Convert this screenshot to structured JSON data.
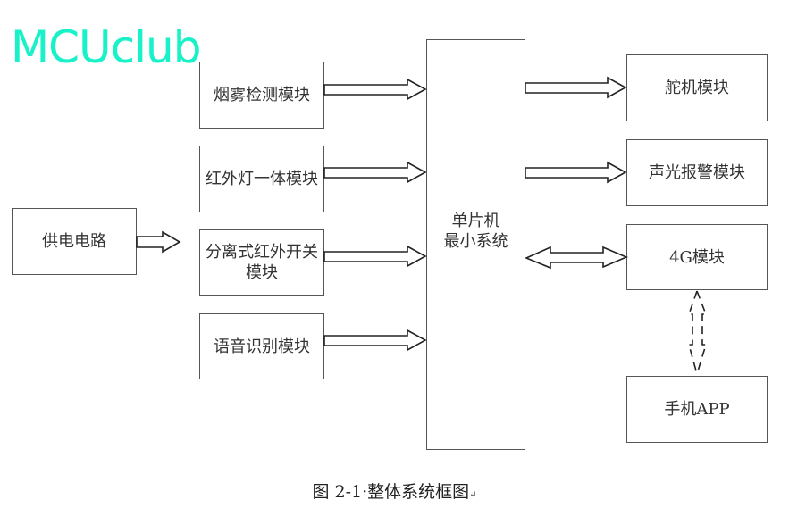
{
  "watermark": "MCUclub",
  "power": {
    "label": "供电电路"
  },
  "inputs": [
    {
      "label": "烟雾检测模块"
    },
    {
      "label": "红外灯一体模块"
    },
    {
      "label": "分离式红外开关\n模块"
    },
    {
      "label": "语音识别模块"
    }
  ],
  "mcu": {
    "label": "单片机\n最小系统"
  },
  "outputs": [
    {
      "label": "舵机模块"
    },
    {
      "label": "声光报警模块"
    },
    {
      "label": "4G模块"
    },
    {
      "label": "手机APP"
    }
  ],
  "connections": [
    {
      "from": "power",
      "to": "system",
      "type": "one-way"
    },
    {
      "from": "烟雾检测模块",
      "to": "mcu",
      "type": "one-way"
    },
    {
      "from": "红外灯一体模块",
      "to": "mcu",
      "type": "one-way"
    },
    {
      "from": "分离式红外开关模块",
      "to": "mcu",
      "type": "one-way"
    },
    {
      "from": "语音识别模块",
      "to": "mcu",
      "type": "one-way"
    },
    {
      "from": "mcu",
      "to": "舵机模块",
      "type": "one-way"
    },
    {
      "from": "mcu",
      "to": "声光报警模块",
      "type": "one-way"
    },
    {
      "from": "mcu",
      "to": "4G模块",
      "type": "two-way"
    },
    {
      "from": "4G模块",
      "to": "手机APP",
      "type": "two-way-wireless-dashed"
    }
  ],
  "caption": {
    "text": "图 2-1·整体系统框图",
    "mark": "↵"
  }
}
